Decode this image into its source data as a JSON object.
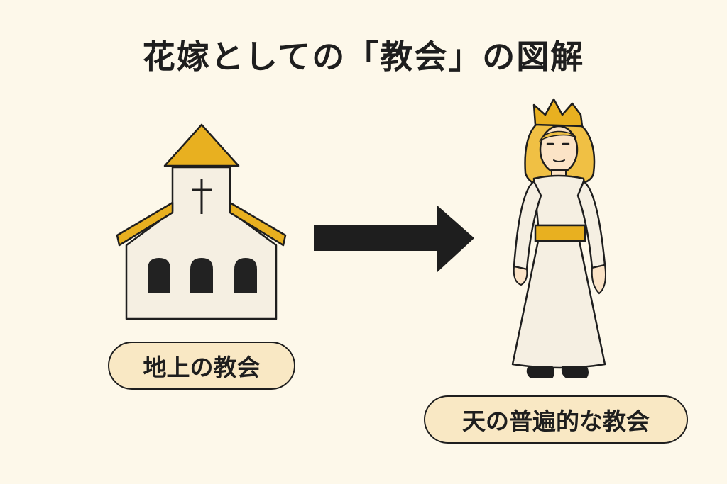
{
  "title": "花嫁としての「教会」の図解",
  "left_label": "地上の教会",
  "right_label": "天の普遍的な教会",
  "colors": {
    "background": "#fdf8ea",
    "accent_gold": "#e8b020",
    "building_fill": "#f5efe2",
    "outline": "#1e1e1e",
    "label_fill": "#f9e8c4"
  },
  "icons": {
    "left": "church-building-icon",
    "center": "right-arrow-icon",
    "right": "crowned-bride-figure"
  }
}
